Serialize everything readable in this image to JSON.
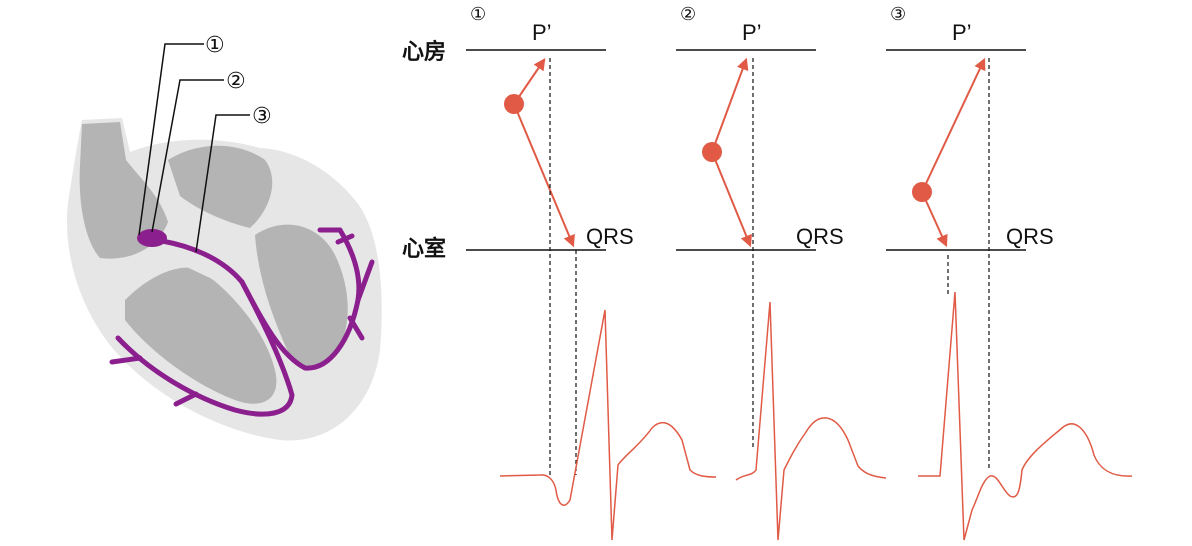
{
  "heart": {
    "callouts": [
      "①",
      "②",
      "③"
    ]
  },
  "labels": {
    "atrium": "心房",
    "ventricle": "心室",
    "p_wave": "P’",
    "qrs": "QRS"
  },
  "panels": [
    {
      "number": "①",
      "p_label": "P’",
      "qrs_label": "QRS"
    },
    {
      "number": "②",
      "p_label": "P’",
      "qrs_label": "QRS"
    },
    {
      "number": "③",
      "p_label": "P’",
      "qrs_label": "QRS"
    }
  ],
  "colors": {
    "conduction_path": "#8b1f8e",
    "arrow": "#e05a45",
    "ecg_trace": "#e05a45",
    "heart_outer": "#e6e6e6",
    "heart_inner": "#b4b4b4",
    "line": "#111111"
  }
}
